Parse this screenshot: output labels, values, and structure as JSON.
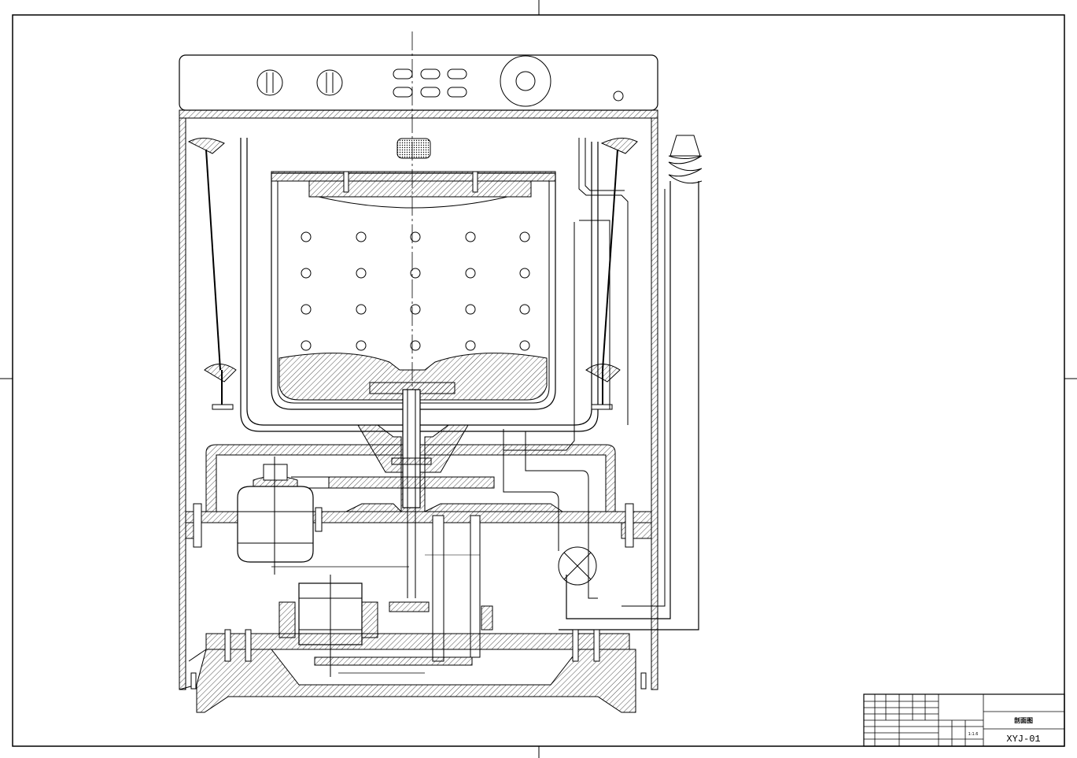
{
  "title_block": {
    "drawing_number": "XYJ-01",
    "drawing_title": "剖面图",
    "scale": "1:1.6"
  },
  "colors": {
    "line": "#000000",
    "background": "#ffffff"
  }
}
